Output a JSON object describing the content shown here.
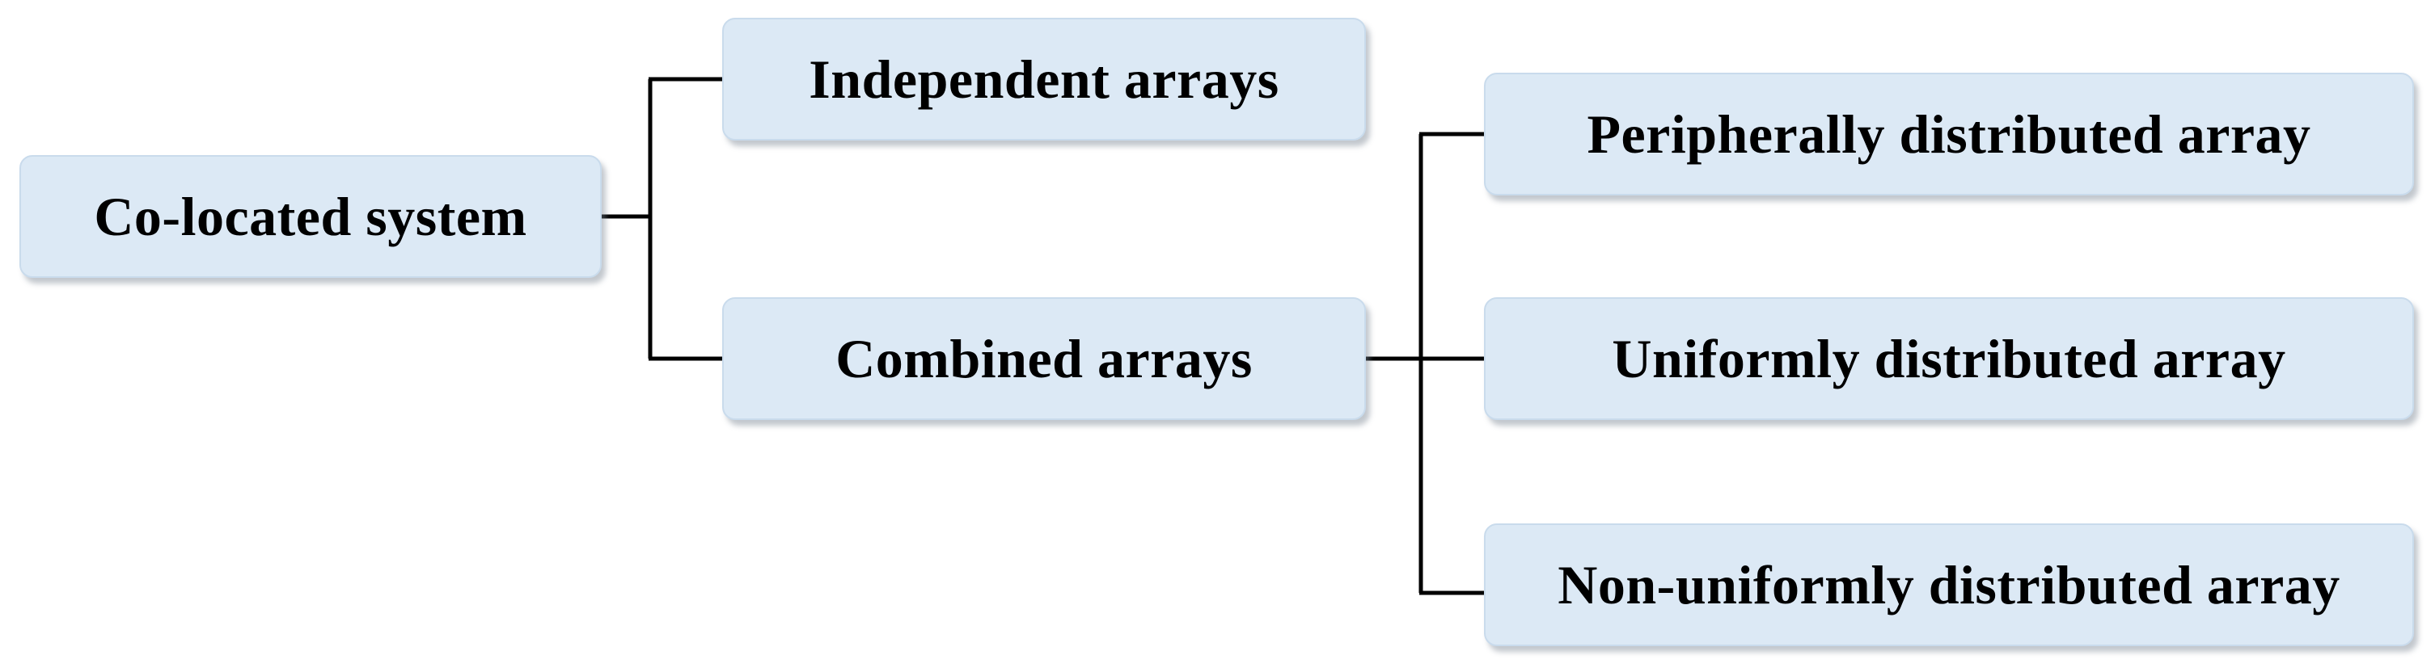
{
  "nodes": {
    "root": "Co-located system",
    "independent": "Independent arrays",
    "combined": "Combined arrays",
    "peripheral": "Peripherally distributed array",
    "uniform": "Uniformly distributed array",
    "nonuniform": "Non-uniformly distributed array"
  },
  "colors": {
    "box_fill": "#dce9f5",
    "box_border": "#c9dbec",
    "line": "#000000",
    "text": "#000000"
  }
}
